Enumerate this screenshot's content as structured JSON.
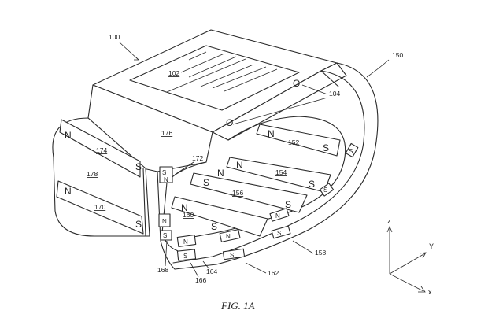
{
  "figure": {
    "caption": "FIG. 1A",
    "reference_labels": {
      "device": "100",
      "display": "102",
      "connectors": "104",
      "band": "150",
      "magnet_152": "152",
      "magnet_154": "154",
      "magnet_156": "156",
      "magnet_160": "160",
      "magnet_162": "162",
      "magnet_164": "164",
      "magnet_166": "166",
      "magnet_168": "168",
      "magnet_170": "170",
      "connector_172": "172",
      "magnet_174": "174",
      "housing_side": "176",
      "band_end": "178",
      "band_edge": "158"
    },
    "pole_markers": {
      "north": "N",
      "south": "S",
      "connector": "O"
    },
    "axes": {
      "z": "z",
      "y": "Y",
      "x": "x"
    }
  }
}
